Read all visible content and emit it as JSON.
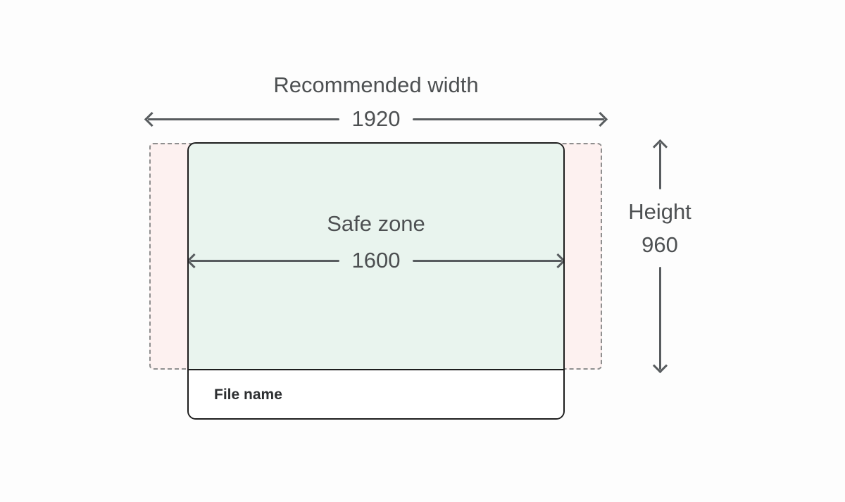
{
  "diagram": {
    "recommended_width": {
      "label": "Recommended width",
      "value": "1920"
    },
    "safe_zone": {
      "label": "Safe zone",
      "value": "1600"
    },
    "height": {
      "label": "Height",
      "value": "960"
    },
    "file_name": {
      "label": "File name"
    },
    "colors": {
      "text": "#4d5052",
      "arrow": "#585c5f",
      "frame_border": "#1d1d1d",
      "safe_zone_fill": "#e9f4ee",
      "bleed_fill": "#fdf1f0",
      "bleed_border": "#8f8f8f",
      "file_strip_fill": "#ffffff",
      "background": "#fdfdfd"
    }
  }
}
